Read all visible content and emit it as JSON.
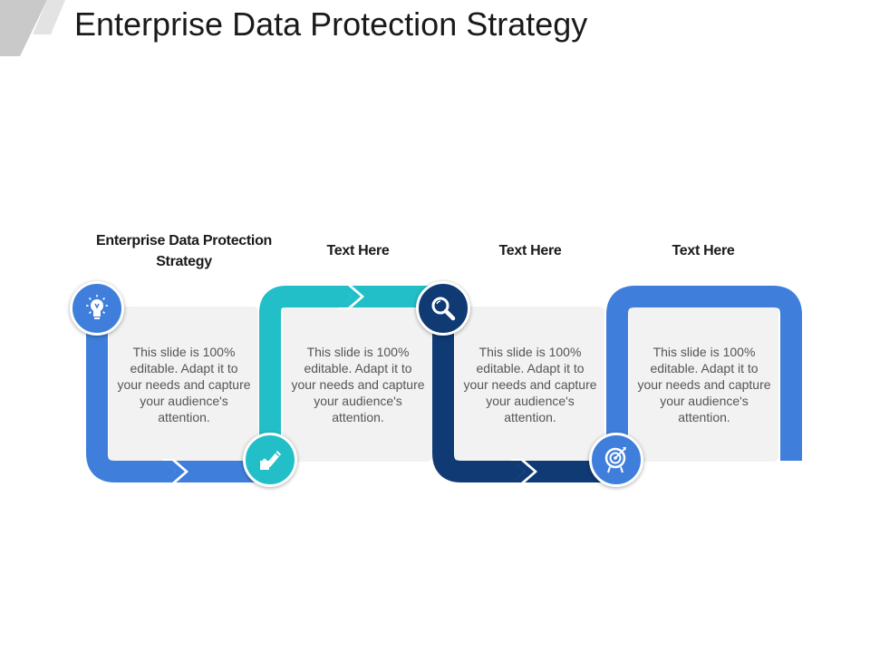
{
  "slide": {
    "title": "Enterprise Data Protection Strategy"
  },
  "steps": [
    {
      "heading": "Enterprise Data Protection Strategy",
      "body": "This slide is 100% editable. Adapt it to your needs and capture your audience's attention.",
      "color": "#3f7fdb",
      "icon": "lightbulb-icon"
    },
    {
      "heading": "Text Here",
      "body": "This slide is 100% editable. Adapt it to your needs and capture your audience's attention.",
      "color": "#22bfc9",
      "icon": "pen-puzzle-icon"
    },
    {
      "heading": "Text Here",
      "body": "This slide is 100% editable. Adapt it to your needs and capture your audience's attention.",
      "color": "#0f3a73",
      "icon": "magnifier-icon"
    },
    {
      "heading": "Text Here",
      "body": "This slide is 100% editable. Adapt it to your needs and capture your audience's attention.",
      "color": "#3f7fdb",
      "icon": "target-icon"
    }
  ]
}
